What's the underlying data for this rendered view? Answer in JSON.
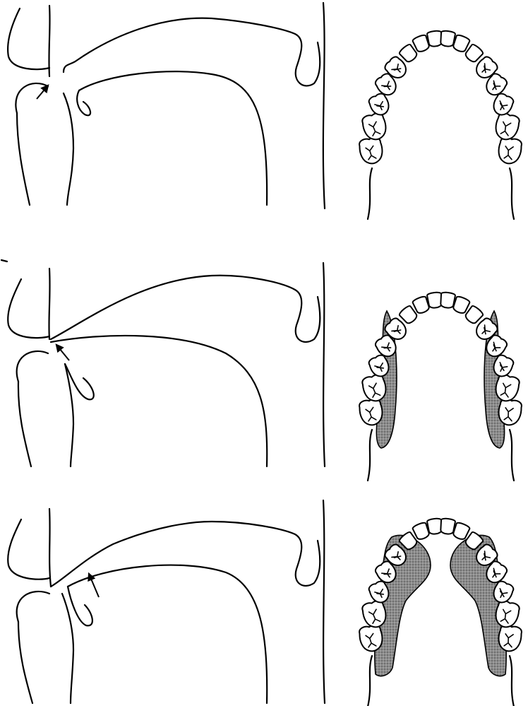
{
  "figure": {
    "panels": [
      {
        "id": "panel-1",
        "contact_extent": "none"
      },
      {
        "id": "panel-2",
        "contact_extent": "posterior"
      },
      {
        "id": "panel-3",
        "contact_extent": "posterior-and-lateral-anterior"
      }
    ],
    "colors": {
      "ink": "#000000",
      "contact_fill": "#8c8c8c",
      "background": "#ffffff"
    }
  }
}
